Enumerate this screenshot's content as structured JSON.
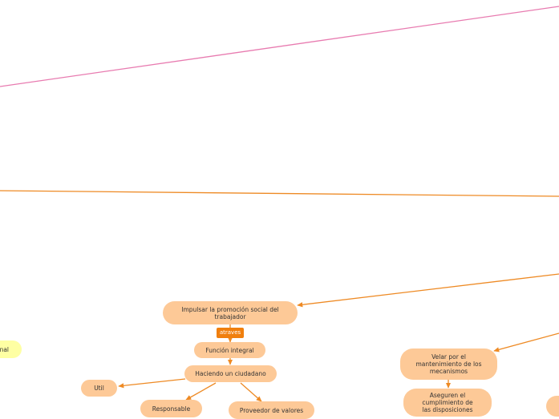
{
  "colors": {
    "pink_line": "#e87bb0",
    "orange_line": "#ee8a24",
    "node_fill": "#fdc997",
    "link_fill": "#f07f0d",
    "yellow_fill": "#feffa3"
  },
  "nodes": {
    "impulsar": "Impulsar la promoción social del trabajador",
    "atraves": "atraves",
    "funcion_integral": "Función integral",
    "haciendo_ciudadano": "Haciendo un ciudadano",
    "util": "Util",
    "responsable": "Responsable",
    "proveedor": "Proveedor de valores",
    "velar": "Velar por el mantenimiento de los mecanismos",
    "aseguren": "Aseguren el cumplimiento de las disposiciones",
    "yellow_partial": "nal"
  }
}
